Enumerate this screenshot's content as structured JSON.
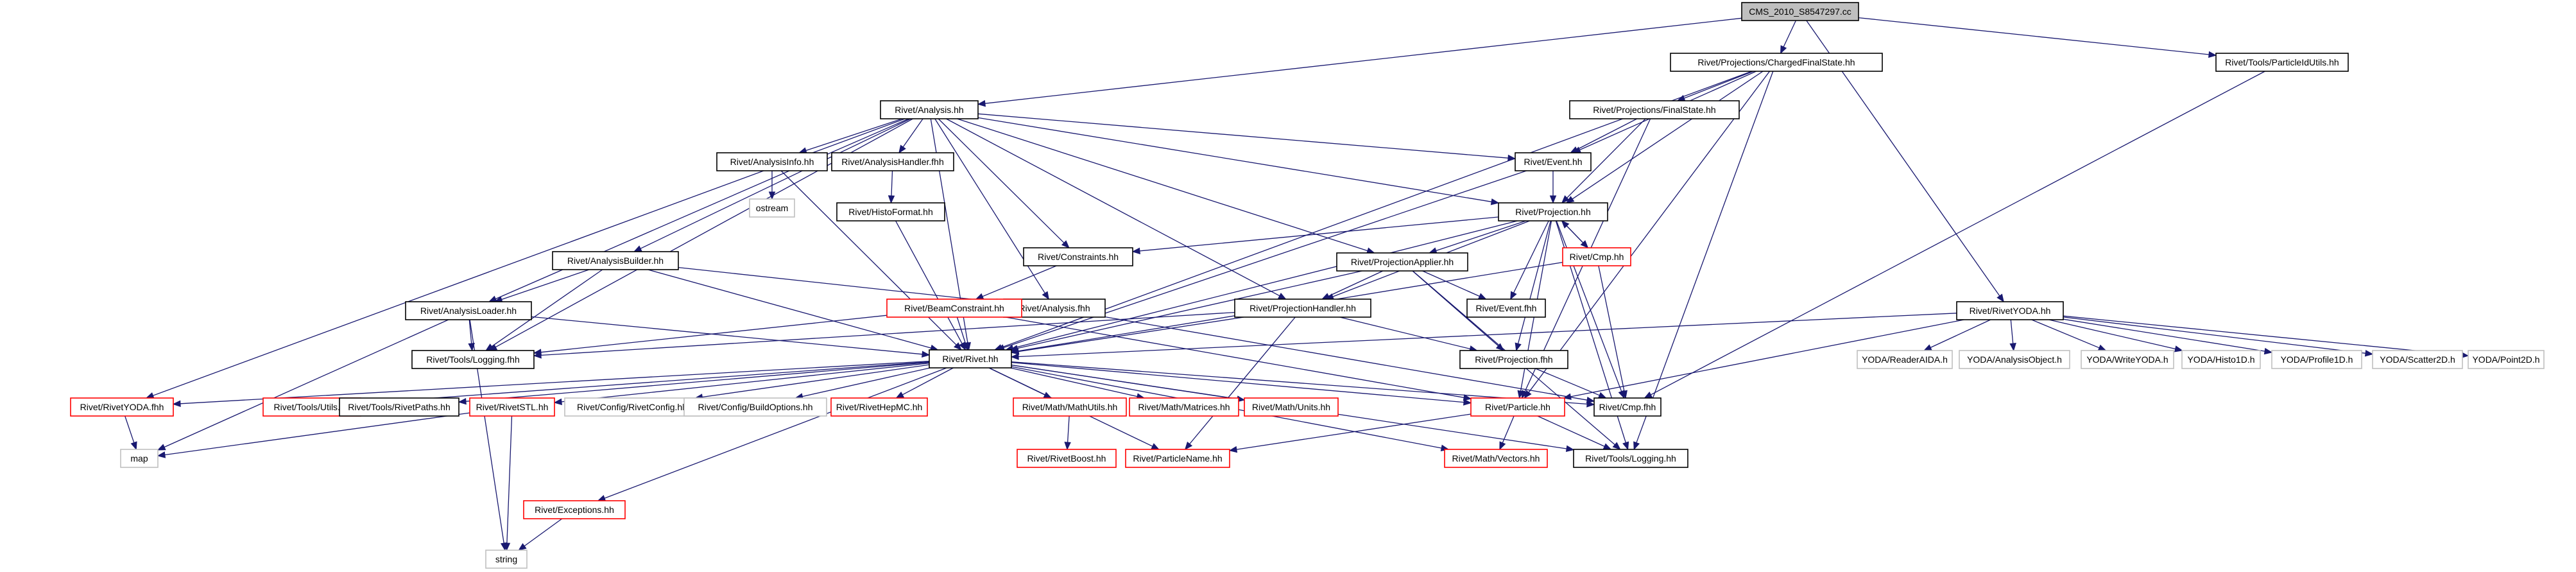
{
  "colors": {
    "edge": "#191970",
    "root_fill": "#bfbfbf",
    "normal_border": "#000000",
    "red_border": "#ff0000",
    "gray_border": "#bfbfbf",
    "gray_text": "#7f7f7f",
    "node_fill": "#ffffff"
  },
  "nodes": [
    {
      "id": "root",
      "label": "CMS_2010_S8547297.cc",
      "style": "root"
    },
    {
      "id": "chfs",
      "label": "Rivet/Projections/ChargedFinalState.hh",
      "style": "normal"
    },
    {
      "id": "pidu",
      "label": "Rivet/Tools/ParticleIdUtils.hh",
      "style": "normal"
    },
    {
      "id": "analysis",
      "label": "Rivet/Analysis.hh",
      "style": "normal"
    },
    {
      "id": "finalstate",
      "label": "Rivet/Projections/FinalState.hh",
      "style": "normal"
    },
    {
      "id": "rivetyoda",
      "label": "Rivet/RivetYODA.hh",
      "style": "normal"
    },
    {
      "id": "analysisinfo",
      "label": "Rivet/AnalysisInfo.hh",
      "style": "normal"
    },
    {
      "id": "analysishandler",
      "label": "Rivet/AnalysisHandler.fhh",
      "style": "normal"
    },
    {
      "id": "event",
      "label": "Rivet/Event.hh",
      "style": "normal"
    },
    {
      "id": "ostream",
      "label": "ostream",
      "style": "gray"
    },
    {
      "id": "histoformat",
      "label": "Rivet/HistoFormat.hh",
      "style": "normal"
    },
    {
      "id": "projection",
      "label": "Rivet/Projection.hh",
      "style": "normal"
    },
    {
      "id": "constraints",
      "label": "Rivet/Constraints.hh",
      "style": "normal"
    },
    {
      "id": "cmp",
      "label": "Rivet/Cmp.hh",
      "style": "red"
    },
    {
      "id": "analysisbuilder",
      "label": "Rivet/AnalysisBuilder.hh",
      "style": "normal"
    },
    {
      "id": "projapplier",
      "label": "Rivet/ProjectionApplier.hh",
      "style": "normal"
    },
    {
      "id": "analysisfhh",
      "label": "Rivet/Analysis.fhh",
      "style": "normal"
    },
    {
      "id": "beamconstraint",
      "label": "Rivet/BeamConstraint.hh",
      "style": "red"
    },
    {
      "id": "analysisloader",
      "label": "Rivet/AnalysisLoader.hh",
      "style": "normal"
    },
    {
      "id": "eventfhh",
      "label": "Rivet/Event.fhh",
      "style": "normal"
    },
    {
      "id": "projhandler",
      "label": "Rivet/ProjectionHandler.hh",
      "style": "normal"
    },
    {
      "id": "toolslogfhh",
      "label": "Rivet/Tools/Logging.fhh",
      "style": "normal"
    },
    {
      "id": "rivethh",
      "label": "Rivet/Rivet.hh",
      "style": "normal"
    },
    {
      "id": "projfhh",
      "label": "Rivet/Projection.fhh",
      "style": "normal"
    },
    {
      "id": "readeraida",
      "label": "YODA/ReaderAIDA.h",
      "style": "gray"
    },
    {
      "id": "analysisobject",
      "label": "YODA/AnalysisObject.h",
      "style": "gray"
    },
    {
      "id": "writeyoda",
      "label": "YODA/WriteYODA.h",
      "style": "gray"
    },
    {
      "id": "histo1d",
      "label": "YODA/Histo1D.h",
      "style": "gray"
    },
    {
      "id": "profile1d",
      "label": "YODA/Profile1D.h",
      "style": "gray"
    },
    {
      "id": "scatter2d",
      "label": "YODA/Scatter2D.h",
      "style": "gray"
    },
    {
      "id": "point2d",
      "label": "YODA/Point2D.h",
      "style": "gray"
    },
    {
      "id": "rivetyodafhh",
      "label": "Rivet/RivetYODA.fhh",
      "style": "red"
    },
    {
      "id": "toolsutils",
      "label": "Rivet/Tools/Utils.hh",
      "style": "red"
    },
    {
      "id": "toolsrivetpaths",
      "label": "Rivet/Tools/RivetPaths.hh",
      "style": "normal"
    },
    {
      "id": "rivetstl",
      "label": "Rivet/RivetSTL.hh",
      "style": "red"
    },
    {
      "id": "rivetconfig",
      "label": "Rivet/Config/RivetConfig.hh",
      "style": "gray"
    },
    {
      "id": "buildoptions",
      "label": "Rivet/Config/BuildOptions.hh",
      "style": "gray"
    },
    {
      "id": "rivethepmc",
      "label": "Rivet/RivetHepMC.hh",
      "style": "red"
    },
    {
      "id": "mathutils",
      "label": "Rivet/Math/MathUtils.hh",
      "style": "red"
    },
    {
      "id": "matrices",
      "label": "Rivet/Math/Matrices.hh",
      "style": "red"
    },
    {
      "id": "units",
      "label": "Rivet/Math/Units.hh",
      "style": "red"
    },
    {
      "id": "particle",
      "label": "Rivet/Particle.hh",
      "style": "red"
    },
    {
      "id": "cmpfhh",
      "label": "Rivet/Cmp.fhh",
      "style": "normal"
    },
    {
      "id": "map",
      "label": "map",
      "style": "gray"
    },
    {
      "id": "rivetboost",
      "label": "Rivet/RivetBoost.hh",
      "style": "red"
    },
    {
      "id": "particlename",
      "label": "Rivet/ParticleName.hh",
      "style": "red"
    },
    {
      "id": "vectors",
      "label": "Rivet/Math/Vectors.hh",
      "style": "red"
    },
    {
      "id": "toolslogging",
      "label": "Rivet/Tools/Logging.hh",
      "style": "normal"
    },
    {
      "id": "exceptions",
      "label": "Rivet/Exceptions.hh",
      "style": "red"
    },
    {
      "id": "string",
      "label": "string",
      "style": "gray"
    }
  ],
  "edges": [
    [
      "root",
      "chfs"
    ],
    [
      "root",
      "pidu"
    ],
    [
      "root",
      "analysis"
    ],
    [
      "root",
      "rivetyoda"
    ],
    [
      "chfs",
      "finalstate"
    ],
    [
      "chfs",
      "event"
    ],
    [
      "chfs",
      "projection"
    ],
    [
      "chfs",
      "rivethh"
    ],
    [
      "chfs",
      "particle"
    ],
    [
      "chfs",
      "toolslogging"
    ],
    [
      "pidu",
      "cmpfhh"
    ],
    [
      "finalstate",
      "event"
    ],
    [
      "finalstate",
      "projection"
    ],
    [
      "finalstate",
      "particle"
    ],
    [
      "analysis",
      "analysisinfo"
    ],
    [
      "analysis",
      "analysishandler"
    ],
    [
      "analysis",
      "event"
    ],
    [
      "analysis",
      "projection"
    ],
    [
      "analysis",
      "constraints"
    ],
    [
      "analysis",
      "analysisbuilder"
    ],
    [
      "analysis",
      "projapplier"
    ],
    [
      "analysis",
      "analysisfhh"
    ],
    [
      "analysis",
      "analysisloader"
    ],
    [
      "analysis",
      "toolslogfhh"
    ],
    [
      "analysis",
      "rivethh"
    ],
    [
      "analysis",
      "rivetyodafhh"
    ],
    [
      "analysis",
      "projhandler"
    ],
    [
      "analysisinfo",
      "ostream"
    ],
    [
      "analysisinfo",
      "rivethh"
    ],
    [
      "analysishandler",
      "histoformat"
    ],
    [
      "histoformat",
      "rivethh"
    ],
    [
      "event",
      "projection"
    ],
    [
      "event",
      "rivethh"
    ],
    [
      "projection",
      "constraints"
    ],
    [
      "projection",
      "cmp"
    ],
    [
      "projection",
      "projapplier"
    ],
    [
      "projection",
      "eventfhh"
    ],
    [
      "projection",
      "projfhh"
    ],
    [
      "projection",
      "cmpfhh"
    ],
    [
      "projection",
      "toolslogging"
    ],
    [
      "projection",
      "particle"
    ],
    [
      "projection",
      "rivethh"
    ],
    [
      "projection",
      "projhandler"
    ],
    [
      "cmp",
      "projection"
    ],
    [
      "cmp",
      "cmpfhh"
    ],
    [
      "cmp",
      "rivethh"
    ],
    [
      "constraints",
      "beamconstraint"
    ],
    [
      "beamconstraint",
      "rivethh"
    ],
    [
      "beamconstraint",
      "particle"
    ],
    [
      "beamconstraint",
      "toolslogfhh"
    ],
    [
      "projapplier",
      "eventfhh"
    ],
    [
      "projapplier",
      "projfhh"
    ],
    [
      "projapplier",
      "projhandler"
    ],
    [
      "projapplier",
      "rivethh"
    ],
    [
      "projapplier",
      "toolslogging"
    ],
    [
      "analysisbuilder",
      "analysisloader"
    ],
    [
      "analysisbuilder",
      "analysisfhh"
    ],
    [
      "analysisbuilder",
      "toolslogfhh"
    ],
    [
      "analysisbuilder",
      "rivethh"
    ],
    [
      "analysisfhh",
      "cmpfhh"
    ],
    [
      "analysisloader",
      "rivethh"
    ],
    [
      "analysisloader",
      "toolslogfhh"
    ],
    [
      "analysisloader",
      "map"
    ],
    [
      "analysisloader",
      "string"
    ],
    [
      "projhandler",
      "rivethh"
    ],
    [
      "projhandler",
      "projfhh"
    ],
    [
      "projhandler",
      "particlename"
    ],
    [
      "projhandler",
      "toolslogfhh"
    ],
    [
      "projfhh",
      "cmpfhh"
    ],
    [
      "rivetyoda",
      "readeraida"
    ],
    [
      "rivetyoda",
      "analysisobject"
    ],
    [
      "rivetyoda",
      "writeyoda"
    ],
    [
      "rivetyoda",
      "histo1d"
    ],
    [
      "rivetyoda",
      "profile1d"
    ],
    [
      "rivetyoda",
      "scatter2d"
    ],
    [
      "rivetyoda",
      "point2d"
    ],
    [
      "rivetyoda",
      "rivethh"
    ],
    [
      "rivetyoda",
      "particle"
    ],
    [
      "rivethh",
      "rivetyodafhh"
    ],
    [
      "rivethh",
      "toolsutils"
    ],
    [
      "rivethh",
      "toolsrivetpaths"
    ],
    [
      "rivethh",
      "rivetstl"
    ],
    [
      "rivethh",
      "rivetconfig"
    ],
    [
      "rivethh",
      "buildoptions"
    ],
    [
      "rivethh",
      "rivethepmc"
    ],
    [
      "rivethh",
      "mathutils"
    ],
    [
      "rivethh",
      "matrices"
    ],
    [
      "rivethh",
      "units"
    ],
    [
      "rivethh",
      "particle"
    ],
    [
      "rivethh",
      "cmpfhh"
    ],
    [
      "rivethh",
      "particlename"
    ],
    [
      "rivethh",
      "vectors"
    ],
    [
      "rivethh",
      "toolslogging"
    ],
    [
      "rivethh",
      "exceptions"
    ],
    [
      "rivetyodafhh",
      "map"
    ],
    [
      "rivetstl",
      "map"
    ],
    [
      "rivetstl",
      "string"
    ],
    [
      "mathutils",
      "rivetboost"
    ],
    [
      "particle",
      "particlename"
    ],
    [
      "particle",
      "vectors"
    ],
    [
      "particle",
      "toolslogging"
    ],
    [
      "exceptions",
      "string"
    ]
  ]
}
